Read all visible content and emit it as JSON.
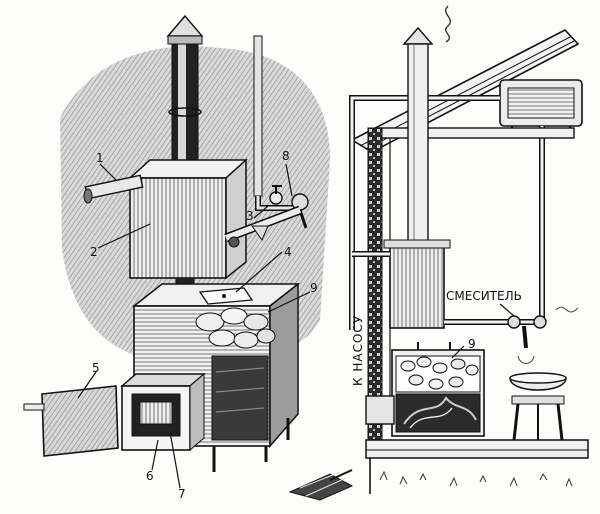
{
  "labels": {
    "n1": "1",
    "n2": "2",
    "n3": "3",
    "n4": "4",
    "n5": "5",
    "n6": "6",
    "n7": "7",
    "n8": "8",
    "n9": "9",
    "mixer": "СМЕСИТЕЛЬ",
    "to_pump": "К НАСОСУ"
  },
  "colors": {
    "ink": "#141414",
    "paper": "#fdfdfb",
    "shade": "#9a9a9a"
  }
}
